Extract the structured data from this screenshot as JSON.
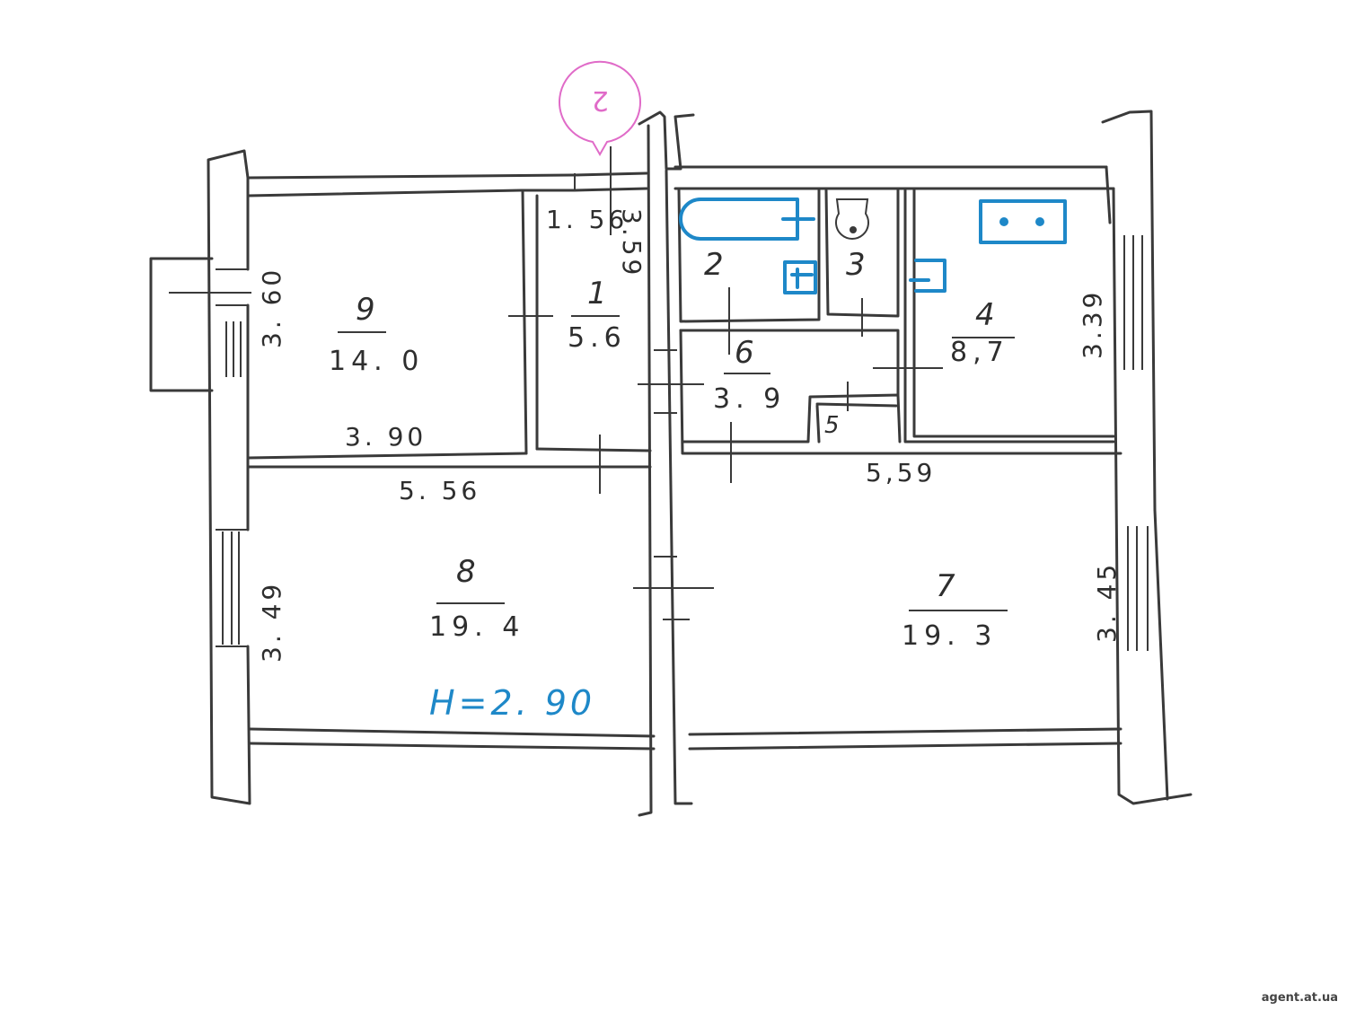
{
  "rooms": [
    {
      "id": "1",
      "area": "5.6"
    },
    {
      "id": "2",
      "area": ""
    },
    {
      "id": "3",
      "area": ""
    },
    {
      "id": "4",
      "area": "8,7"
    },
    {
      "id": "5",
      "area": ""
    },
    {
      "id": "6",
      "area": "3. 9"
    },
    {
      "id": "7",
      "area": "19. 3"
    },
    {
      "id": "8",
      "area": "19. 4"
    },
    {
      "id": "9",
      "area": "14. 0"
    }
  ],
  "dimensions": {
    "d_1_56": "1. 56",
    "d_3_59": "3.59",
    "d_3_60": "3. 60",
    "d_3_90": "3. 90",
    "d_5_56": "5. 56",
    "d_5_59": "5,59",
    "d_3_39": "3.39",
    "d_3_49": "3. 49",
    "d_3_45": "3. 45"
  },
  "ceiling_height": "H=2. 90",
  "stamp": "2",
  "watermark": "agent.at.ua",
  "colors": {
    "walls": "#3a3a3a",
    "fixtures": "#1e88c8",
    "stamp": "#e06bc8"
  }
}
